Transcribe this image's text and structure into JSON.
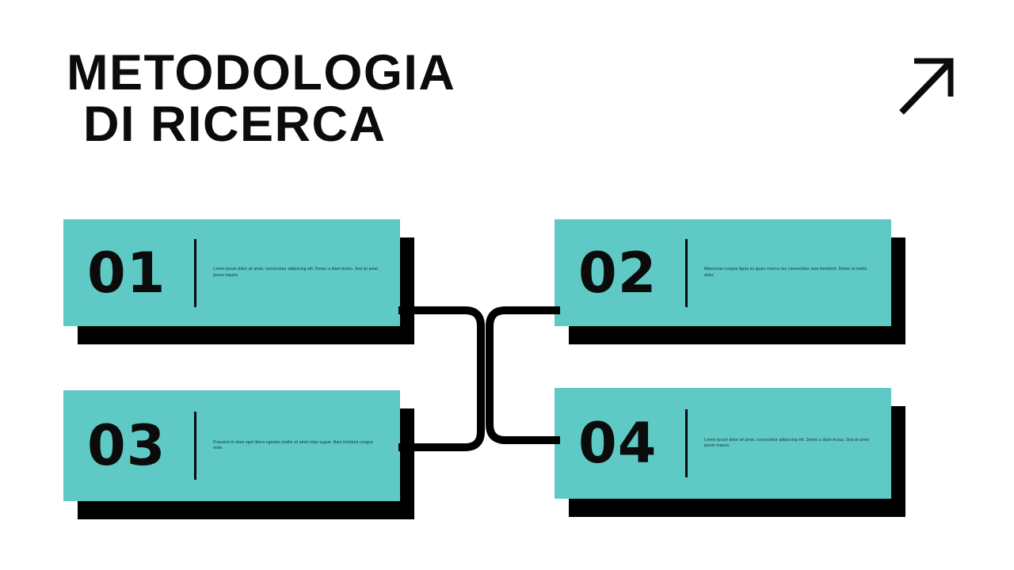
{
  "slide": {
    "title": {
      "line1": "METODOLOGIA",
      "line2": "DI RICERCA"
    },
    "colors": {
      "accent": "#5fc9c5",
      "shadow": "#000000",
      "background": "#ffffff",
      "text": "#0b0b0b"
    },
    "icons": {
      "top_right": "arrow-up-right-icon"
    }
  },
  "steps": [
    {
      "number": "01",
      "description": "Lorem ipsum dolor sit amet, consectetur adipiscing elit. Donec a diam lectus. Sed sit amet ipsum mauris."
    },
    {
      "number": "02",
      "description": "Maecenas congue ligula ac quam viverra nec consectetur ante hendrerit. Donec et mollis dolor."
    },
    {
      "number": "03",
      "description": "Praesent et diam eget libero egestas mattis sit amet vitae augue. Nam tincidunt congue enim."
    },
    {
      "number": "04",
      "description": "Lorem ipsum dolor sit amet, consectetur adipiscing elit. Donec a diam lectus. Sed sit amet ipsum mauris."
    }
  ]
}
